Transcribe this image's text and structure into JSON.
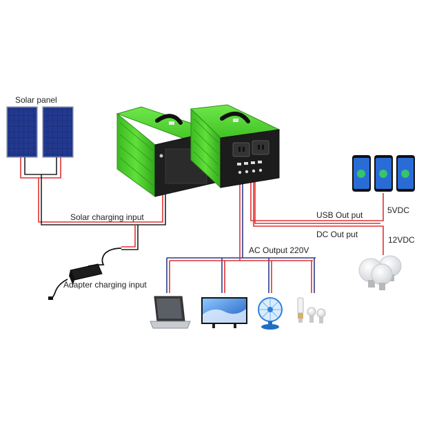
{
  "labels": {
    "solar_panel": "Solar panel",
    "solar_charging_input": "Solar charging input",
    "adapter_charging_input": "Adapter charging input",
    "ac_output": "AC Output 220V",
    "usb_output": "USB Out put",
    "dc_output": "DC Out put",
    "usb_voltage": "5VDC",
    "dc_voltage": "12VDC"
  },
  "colors": {
    "positive_wire": "#e03030",
    "negative_wire": "#2a3a8a",
    "black_wire": "#222222",
    "case_green": "#49d02c",
    "case_black": "#1c1c1c",
    "panel_blue": "#1b2f7a"
  },
  "devices": {
    "ac_loads": [
      "laptop-icon",
      "tv-icon",
      "fan-icon",
      "light-bulbs-icon"
    ],
    "usb_loads": [
      "smartphone-icon",
      "smartphone-icon",
      "smartphone-icon"
    ],
    "dc_loads": [
      "led-bulbs-icon"
    ]
  }
}
